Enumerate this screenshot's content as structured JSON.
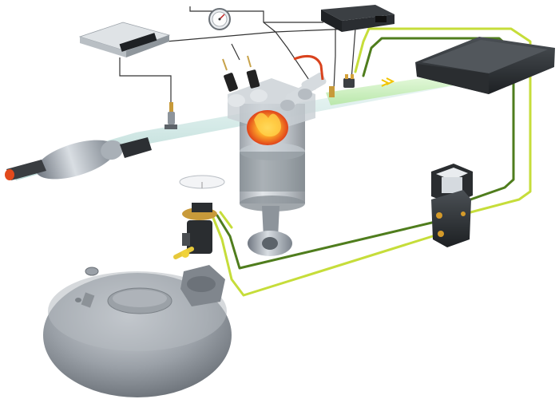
{
  "diagram": {
    "components": [
      {
        "name": "exhaust-pipe",
        "label": ""
      },
      {
        "name": "catalytic-converter",
        "label": ""
      },
      {
        "name": "lambda-sensor",
        "label": ""
      },
      {
        "name": "engine-ecu",
        "label": ""
      },
      {
        "name": "lpg-ecu",
        "label": ""
      },
      {
        "name": "gauge",
        "label": ""
      },
      {
        "name": "engine-cylinder",
        "label": ""
      },
      {
        "name": "intake-manifold",
        "label": ""
      },
      {
        "name": "air-filter",
        "label": ""
      },
      {
        "name": "reducer-vaporizer",
        "label": ""
      },
      {
        "name": "multivalve",
        "label": ""
      },
      {
        "name": "lpg-tank",
        "label": ""
      }
    ],
    "colors": {
      "lpg_line_yellow": "#c6dd3a",
      "lpg_line_green": "#4f7d1d",
      "signal_wire": "#333333",
      "pipe": "#cfe8e6",
      "metal": "#8f969c",
      "ecu_dark": "#2b2f33",
      "flame": "#ff7a1a",
      "tank": "#8f949a"
    }
  }
}
